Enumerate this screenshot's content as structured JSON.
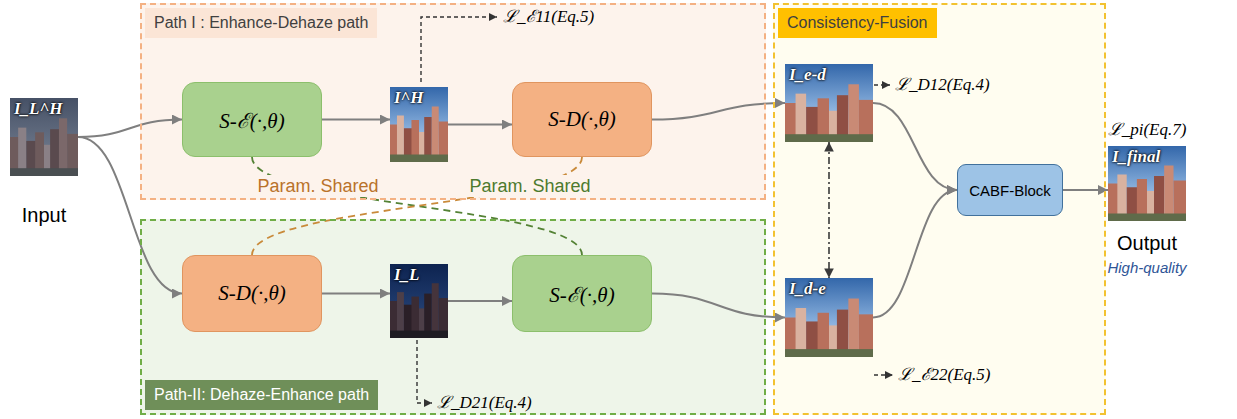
{
  "diagram": {
    "nodes": [
      {
        "text": [
          "I_L^H",
          "Input"
        ]
      },
      {
        "text": [
          "Path I : Enhance-Dehaze path"
        ]
      },
      {
        "text": [
          "S-ℰ(·,θ)"
        ],
        "in": 1
      },
      {
        "text": [
          "I^H"
        ],
        "in": 1
      },
      {
        "text": [
          "S-D(·,θ)"
        ],
        "in": 1
      },
      {
        "text": [
          "Path-II: Dehaze-Enhance path"
        ]
      },
      {
        "text": [
          "S-D(·,θ)"
        ],
        "in": 5
      },
      {
        "text": [
          "I_L"
        ],
        "in": 5
      },
      {
        "text": [
          "S-ℰ(·,θ)"
        ],
        "in": 5
      },
      {
        "text": [
          "Consistency-Fusion"
        ]
      },
      {
        "text": [
          "I_e-d"
        ],
        "in": 9
      },
      {
        "text": [
          "I_d-e"
        ],
        "in": 9
      },
      {
        "text": [
          "CABF-Block"
        ],
        "in": 9
      },
      {
        "text": [
          "I_final",
          "Output",
          "High-quality"
        ]
      }
    ],
    "edges": [
      {
        "from": 0,
        "to": 2,
        "arrow": "to"
      },
      {
        "from": 0,
        "to": 6,
        "arrow": "to"
      },
      {
        "from": 2,
        "to": 3,
        "arrow": "to"
      },
      {
        "from": 3,
        "to": 4,
        "arrow": "to"
      },
      {
        "from": 4,
        "to": 10,
        "arrow": "to"
      },
      {
        "from": 6,
        "to": 7,
        "arrow": "to"
      },
      {
        "from": 7,
        "to": 8,
        "arrow": "to"
      },
      {
        "from": 8,
        "to": 11,
        "arrow": "to"
      },
      {
        "from": 10,
        "to": 11,
        "arrow": "both"
      },
      {
        "from": 10,
        "to": 12,
        "arrow": "to"
      },
      {
        "from": 11,
        "to": 12,
        "arrow": "to"
      },
      {
        "from": 12,
        "to": 13,
        "arrow": "to"
      },
      {
        "from": 2,
        "to": 8,
        "label": "Param. Shared",
        "arrow": "none"
      },
      {
        "from": 4,
        "to": 6,
        "label": "Param. Shared",
        "arrow": "none"
      }
    ],
    "labels": [
      "ℒ_ℰ11(Eq.5)",
      "ℒ_D12(Eq.4)",
      "ℒ_ℰ22(Eq.5)",
      "ℒ_D21(Eq.4)",
      "ℒ_pi(Eq.7)"
    ]
  }
}
